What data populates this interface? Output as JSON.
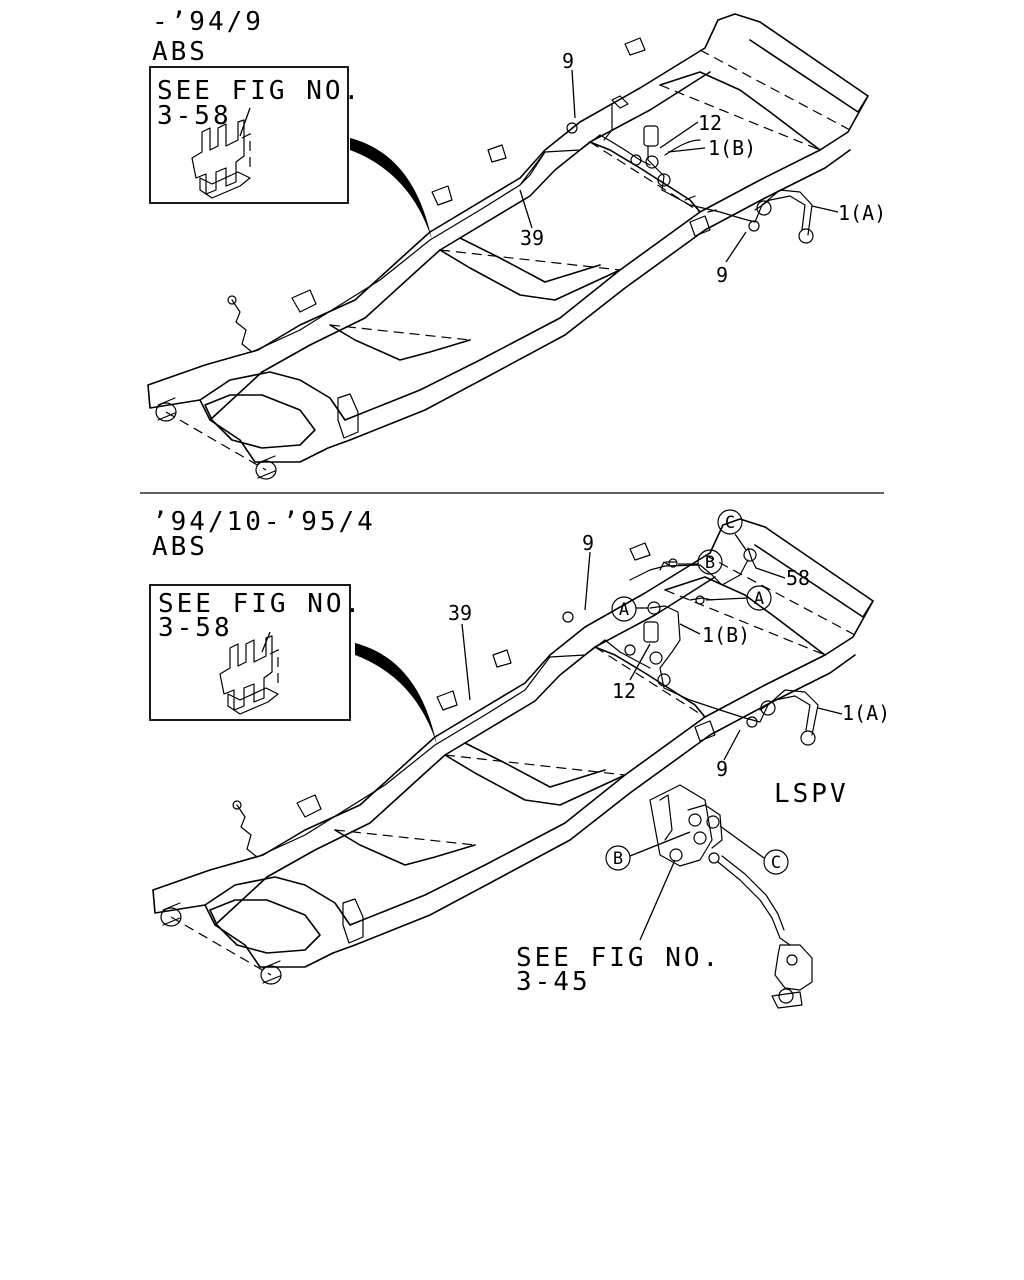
{
  "top": {
    "date_range": "-’94/9",
    "system": "ABS",
    "see_fig_label": "SEE FIG NO.",
    "see_fig_number": "3-58",
    "callouts": {
      "a": "9",
      "b": "12",
      "c": "1(B)",
      "d": "1(A)",
      "e": "39",
      "f": "9"
    }
  },
  "bottom": {
    "date_range": "’94/10-’95/4",
    "system": "ABS",
    "see_fig_label": "SEE FIG NO.",
    "see_fig_number": "3-58",
    "see_fig2_label": "SEE FIG NO.",
    "see_fig2_number": "3-45",
    "component": "LSPV",
    "callouts": {
      "a": "9",
      "b": "39",
      "c": "58",
      "d": "1(B)",
      "e": "12",
      "f": "1(A)",
      "g": "9"
    },
    "circle_markers": {
      "c1": "C",
      "b1": "B",
      "a1": "A",
      "a2": "A",
      "b2": "B",
      "c2": "C"
    }
  }
}
